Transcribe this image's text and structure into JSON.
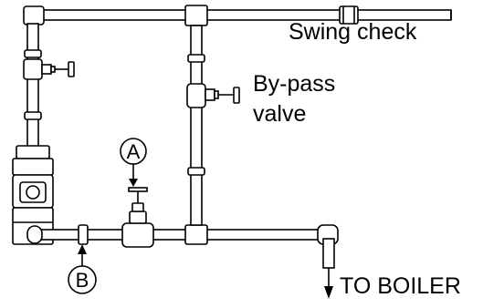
{
  "labels": {
    "swing_check": "Swing check",
    "bypass_line1": "By-pass",
    "bypass_line2": "valve",
    "to_boiler": "TO BOILER",
    "callout_a": "A",
    "callout_b": "B"
  }
}
